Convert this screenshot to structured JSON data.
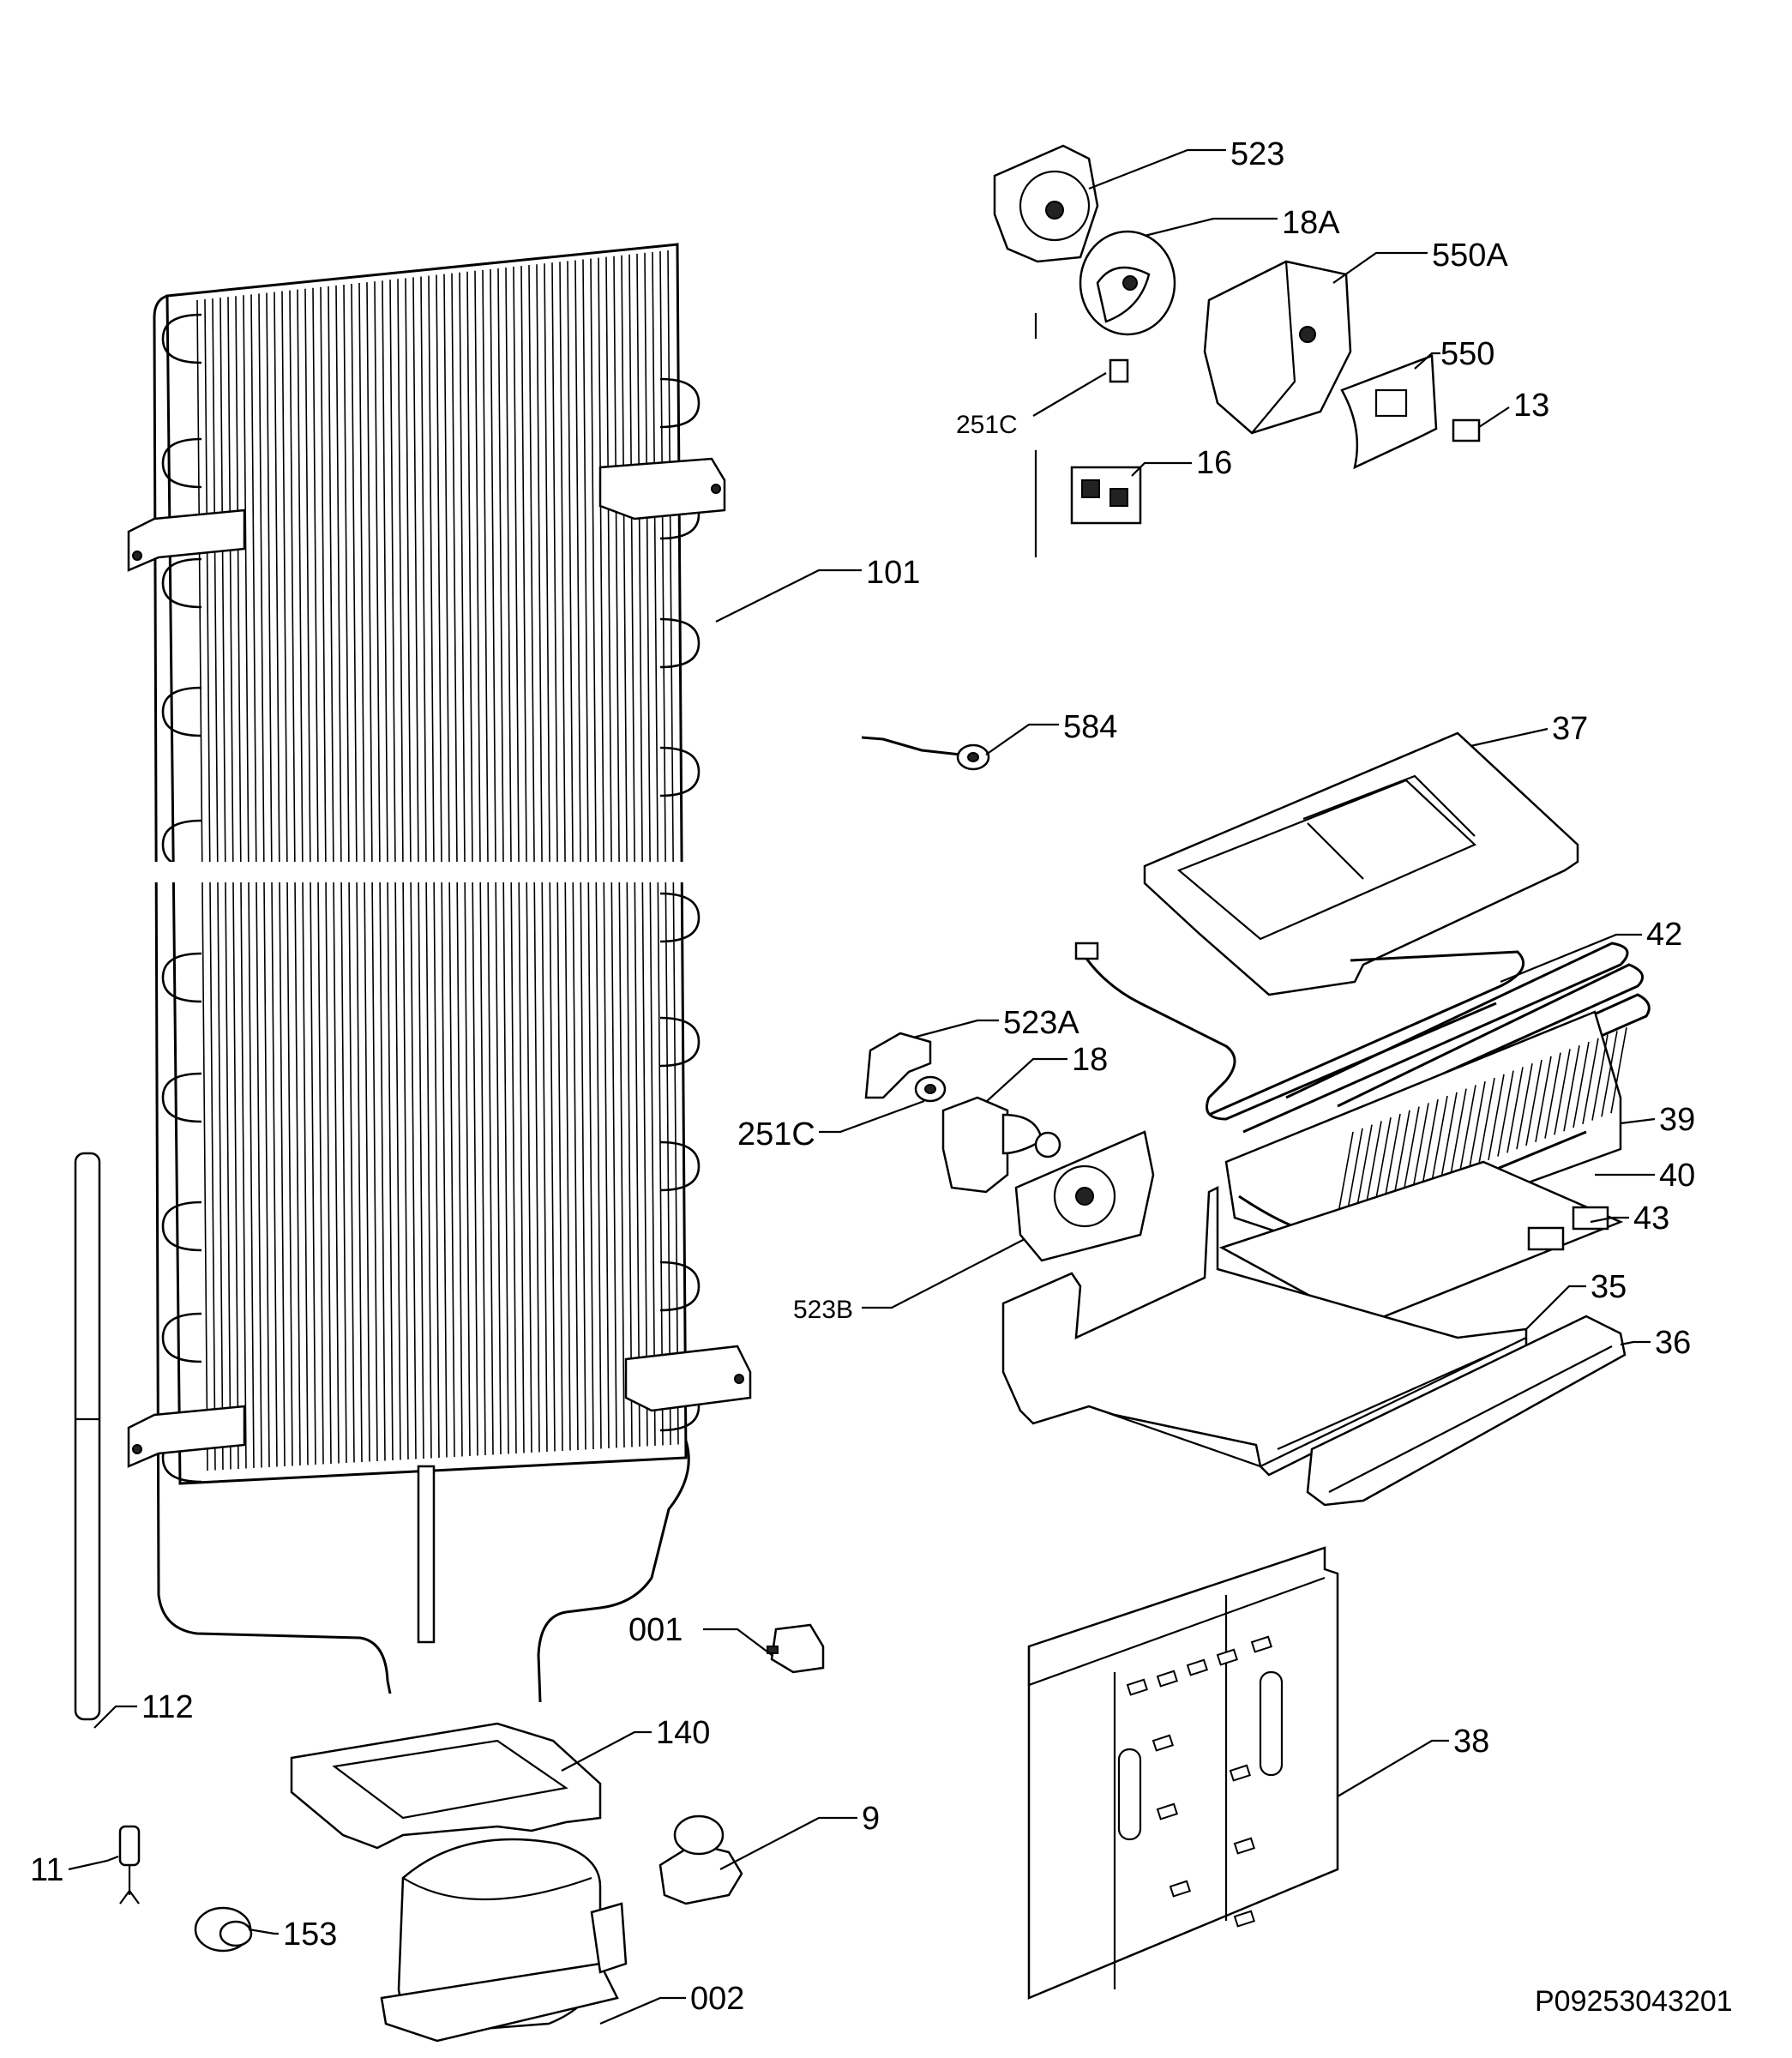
{
  "labels": {
    "p523": "523",
    "p18a": "18A",
    "p550a": "550A",
    "p550": "550",
    "p251c_top": "251C",
    "p13": "13",
    "p16": "16",
    "p101": "101",
    "p584": "584",
    "p37": "37",
    "p42": "42",
    "p523a": "523A",
    "p18": "18",
    "p251c": "251C",
    "p39": "39",
    "p40": "40",
    "p43": "43",
    "p523b": "523B",
    "p35": "35",
    "p36": "36",
    "p001": "001",
    "p112": "112",
    "p140": "140",
    "p9": "9",
    "p38": "38",
    "p11": "11",
    "p153": "153",
    "p002": "002"
  },
  "document_code": "P09253043201"
}
